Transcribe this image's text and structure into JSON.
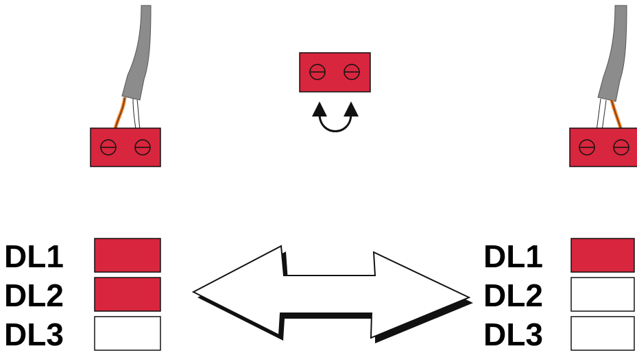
{
  "colors": {
    "terminal_red": "#D7263D",
    "cable_gray": "#8C8C8C",
    "wire_orange": "#F07A1F",
    "outline": "#111111",
    "background": "#FFFFFF"
  },
  "icons": {
    "screw": "screw-icon",
    "swap_arrow": "double-headed-arrow-icon",
    "rotate_arrow": "curved-arrow-icon"
  },
  "left_panel": {
    "leds": [
      {
        "label": "DL1",
        "on": true
      },
      {
        "label": "DL2",
        "on": true
      },
      {
        "label": "DL3",
        "on": false
      }
    ]
  },
  "right_panel": {
    "leds": [
      {
        "label": "DL1",
        "on": true
      },
      {
        "label": "DL2",
        "on": false
      },
      {
        "label": "DL3",
        "on": false
      }
    ]
  }
}
